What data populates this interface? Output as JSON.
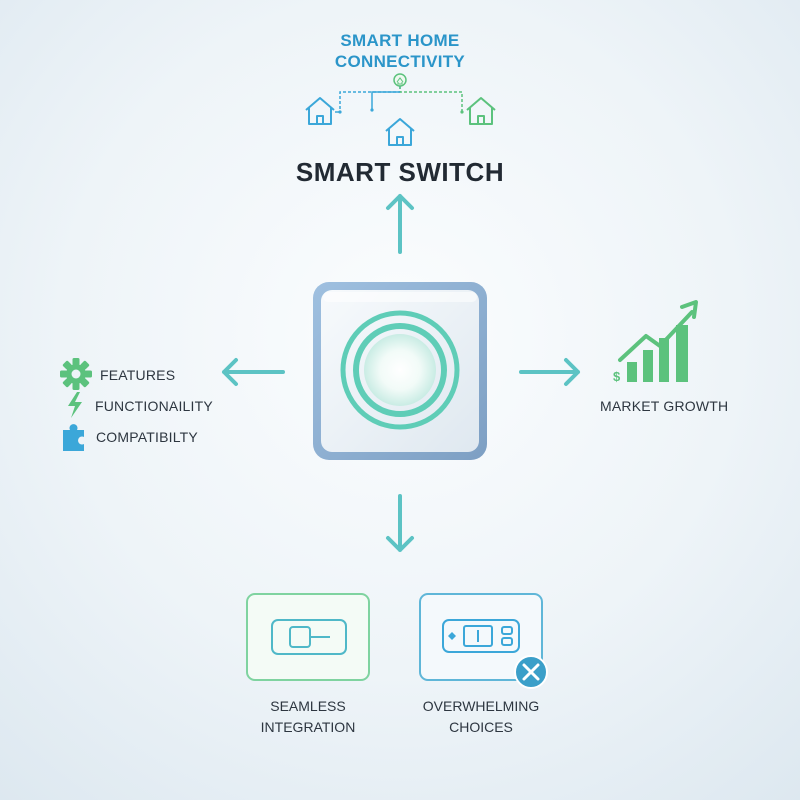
{
  "connectivity": {
    "title_line1": "SMART HOME",
    "title_line2": "CONNECTIVITY"
  },
  "main": {
    "title": "SMART SWITCH"
  },
  "left_items": [
    {
      "icon": "gear-icon",
      "label": "FEATURES"
    },
    {
      "icon": "lightning-icon",
      "label": "FUNCTIONAILITY"
    },
    {
      "icon": "puzzle-icon",
      "label": "COMPATIBILTY"
    }
  ],
  "right": {
    "label": "MARKET GROWTH",
    "icon": "bar-chart-growth-icon"
  },
  "bottom": {
    "seamless": {
      "line1": "SEAMLESS",
      "line2": "INTEGRATION",
      "icon": "switch-panel-icon"
    },
    "overwhelming": {
      "line1": "OVERWHELMING",
      "line2": "CHOICES",
      "icon": "multi-switch-panel-icon",
      "badge_icon": "close-icon"
    }
  },
  "colors": {
    "teal": "#5cc3c4",
    "green": "#5cc27d",
    "blue": "#3ba7d9",
    "navy": "#222a33",
    "frame": "#8aa9cc"
  }
}
